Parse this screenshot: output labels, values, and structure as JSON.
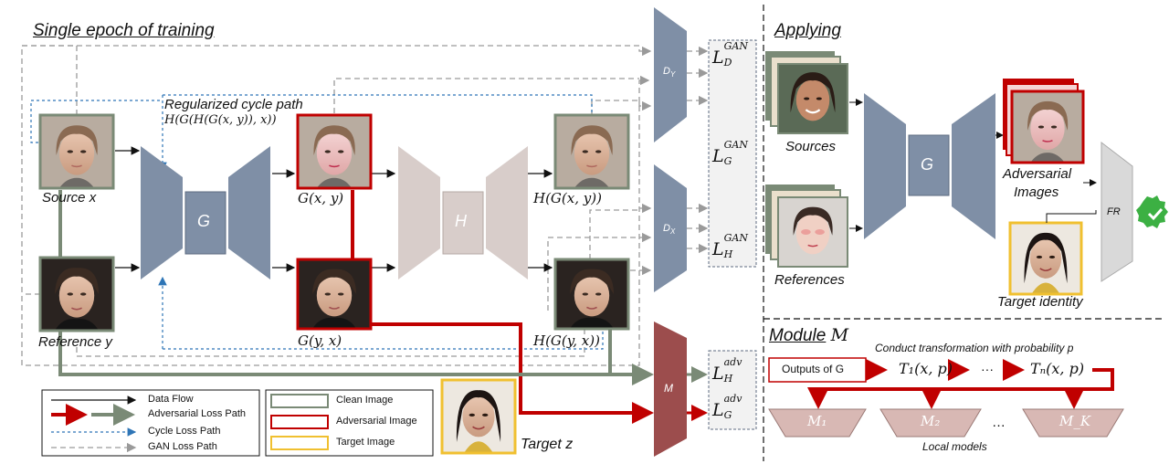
{
  "training": {
    "title": "Single epoch of training",
    "source_label": "Source x",
    "reference_label": "Reference y",
    "regularized_title": "Regularized cycle path",
    "regularized_formula": "H(G(H(G(x, y)), x))",
    "G_label": "G",
    "H_label": "H",
    "gxy_label": "G(x, y)",
    "gyx_label": "G(y, x)",
    "hgxy_label": "H(G(x, y))",
    "hgyx_label": "H(G(y, x))",
    "DY": "D",
    "DY_sub": "Y",
    "DX": "D",
    "DX_sub": "X",
    "M_label": "M",
    "target_label": "Target z",
    "losses": {
      "LD": {
        "main": "L",
        "sub": "D",
        "sup": "GAN"
      },
      "LG": {
        "main": "L",
        "sub": "G",
        "sup": "GAN"
      },
      "LH": {
        "main": "L",
        "sub": "H",
        "sup": "GAN"
      },
      "LHadv": {
        "main": "L",
        "sub": "H",
        "sup": "adv"
      },
      "LGadv": {
        "main": "L",
        "sub": "G",
        "sup": "adv"
      }
    }
  },
  "legend": {
    "data_flow": "Data Flow",
    "adv_loss": "Adversarial Loss Path",
    "cycle_loss": "Cycle Loss Path",
    "gan_loss": "GAN Loss Path",
    "clean": "Clean Image",
    "adversarial": "Adversarial Image",
    "target": "Target Image"
  },
  "applying": {
    "title": "Applying",
    "sources": "Sources",
    "references": "References",
    "G_label": "G",
    "adv_line1": "Adversarial",
    "adv_line2": "Images",
    "target_identity": "Target identity",
    "FR": "FR"
  },
  "module": {
    "title_word": "Module",
    "title_sym": "M",
    "conduct": "Conduct  transformation  with probability p",
    "outputs": "Outputs of G",
    "T1": "T₁(x, p)",
    "dots": "···",
    "Tn": "Tₙ(x, p)",
    "M1": "M₁",
    "M2": "M₂",
    "dots2": "…",
    "MK": "M_K",
    "local_models": "Local models"
  },
  "colors": {
    "network": "#7f8fa6",
    "network_dark": "#5d6b80",
    "H_net": "#d8cdca",
    "H_dark": "#b5a9a4",
    "M_box": "#9c4d4d",
    "clean": "#7a8a76",
    "adversarial": "#c00000",
    "target": "#f0c030",
    "cycle": "#2e75b6",
    "gan": "#9a9a9a",
    "local": "#d8b8b4",
    "check": "#3cb043"
  }
}
